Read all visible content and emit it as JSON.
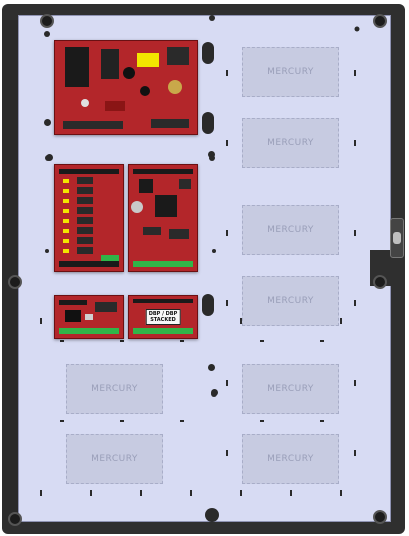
{
  "slot_label": "MERCURY",
  "boards": {
    "dbp_label_line1": "DBP / DBP",
    "dbp_label_line2": "STACKED"
  },
  "colors": {
    "backplate": "#d7dbf3",
    "frame": "#2f2f2f",
    "board": "#b3262a",
    "switch": "#d11212"
  }
}
